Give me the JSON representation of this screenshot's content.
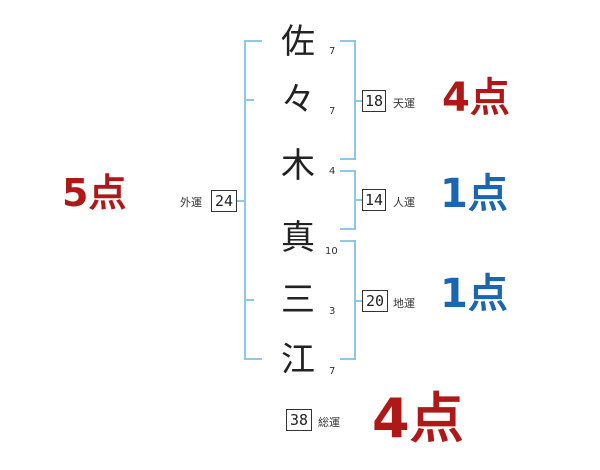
{
  "name_chars": [
    {
      "char": "佐",
      "strokes": "7"
    },
    {
      "char": "々",
      "strokes": "7"
    },
    {
      "char": "木",
      "strokes": "4"
    },
    {
      "char": "真",
      "strokes": "10"
    },
    {
      "char": "三",
      "strokes": "3"
    },
    {
      "char": "江",
      "strokes": "7"
    }
  ],
  "gaiun": {
    "value": "24",
    "label": "外運",
    "score": "5点"
  },
  "tenun": {
    "value": "18",
    "label": "天運",
    "score": "4点"
  },
  "jinun": {
    "value": "14",
    "label": "人運",
    "score": "1点"
  },
  "chiun": {
    "value": "20",
    "label": "地運",
    "score": "1点"
  },
  "souun": {
    "value": "38",
    "label": "総運",
    "score": "4点"
  },
  "colors": {
    "red": "#b01818",
    "blue": "#1a66b0",
    "bracket": "#8ec8e8"
  }
}
